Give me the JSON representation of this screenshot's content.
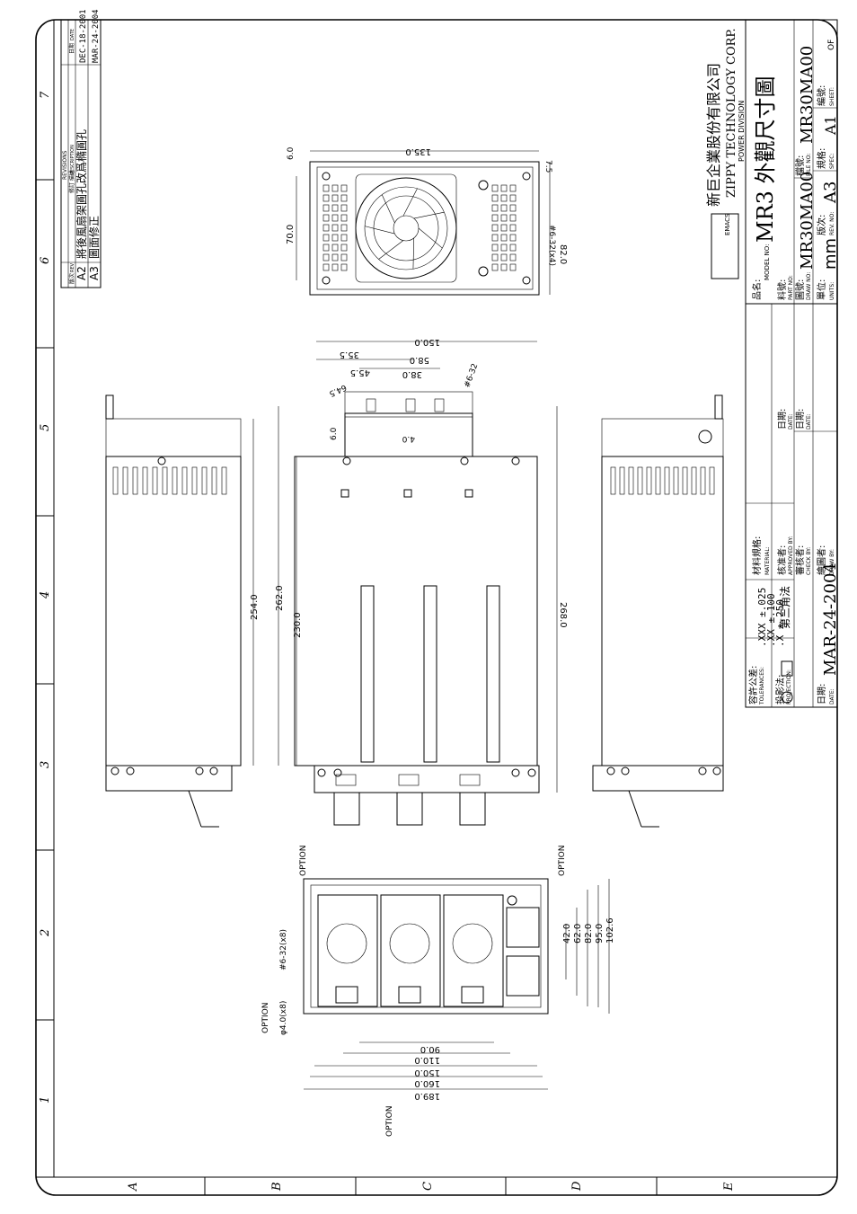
{
  "border": {
    "zones_top": [
      "1",
      "2",
      "3",
      "4",
      "5",
      "6",
      "7"
    ],
    "zones_side": [
      "A",
      "B",
      "C",
      "D",
      "E"
    ]
  },
  "revisions": {
    "header": "REVISIONS",
    "col_rev_cn": "版次",
    "col_rev": "REV",
    "col_desc_cn": "修訂 描述",
    "col_desc": "DESCRIPTION",
    "col_date_cn": "日期",
    "col_date": "DATE",
    "rows": [
      {
        "rev": "A2",
        "desc": "將後風扇架圓孔改爲橢圓孔",
        "date": "DEC-18-2001"
      },
      {
        "rev": "A3",
        "desc": "圖面修正",
        "date": "MAR-24-2004"
      }
    ]
  },
  "front_view": {
    "dims": {
      "w150": "150.0",
      "w58": "58.0",
      "w38": "38.0",
      "h35_5": "35.5",
      "h45_5": "45.5",
      "h64_5": "64.5",
      "h6": "6.0",
      "w4": "4.0",
      "screw": "#6-32",
      "d262": "262.0",
      "d230": "230.0",
      "d268": "268.0"
    }
  },
  "fan_view": {
    "dims": {
      "w135": "135.0",
      "h6": "6.0",
      "h7_5": "7.5",
      "h70": "70.0",
      "h82": "82.0",
      "screw": "#6-32(x4)"
    }
  },
  "side_view": {
    "dims": {
      "d254": "254.0"
    }
  },
  "rear_view": {
    "option": "OPTION",
    "screw": "#6-32(x8)",
    "hole": "φ4.0(x8)",
    "dims_h": [
      "90.0",
      "110.0",
      "150.0",
      "160.0",
      "189.0"
    ],
    "dims_v": [
      "42.0",
      "62.0",
      "82.0",
      "95.0",
      "102.6"
    ]
  },
  "title_block": {
    "company_cn": "新巨企業股份有限公司",
    "company_en": "ZIPPY TECHNOLOGY CORP.",
    "division": "POWER DIVISION",
    "logo": "EMACS",
    "title": "MR3 外觀尺寸圖",
    "model_label_cn": "品名:",
    "model_label": "MODEL NO:",
    "part_label_cn": "料號:",
    "part_label": "PART NO:",
    "draw_label_cn": "圖號:",
    "draw_label": "DRAW NO:",
    "draw_no": "MR30MA00",
    "file_label_cn": "檔號:",
    "file_label": "FILE NO:",
    "file_no": "MR30MA00",
    "rev_label_cn": "版次:",
    "rev_label": "REV. NO:",
    "rev_no": "A3",
    "spec_label_cn": "規格:",
    "spec_label": "SPEC:",
    "spec": "A1",
    "sheet_label_cn": "編號:",
    "sheet_label": "SHEET:",
    "sheet_of": "OF",
    "units_label_cn": "單位:",
    "units_label": "UNITS:",
    "units": "mm",
    "date_label_cn": "日期:",
    "date_label": "DATE:",
    "date": "MAR-24-2004",
    "date2_label_cn": "日期:",
    "date2_label": "DATE:",
    "date3_label_cn": "日期:",
    "date3_label": "DATE:",
    "material_cn": "材料規格:",
    "material": "MATERIAL:",
    "approved_cn": "核准者:",
    "approved": "APPROVED BY:",
    "checked_cn": "審核者:",
    "checked": "CHECK BY:",
    "drawn_cn": "繪圖者:",
    "drawn": "DRAW BY:",
    "tol_cn": "容許公差:",
    "tol": "TOLERANCES:",
    "tol_lines": [
      ".XXX  ±.025",
      ".XX   ±.100",
      ".X    ±.250"
    ],
    "proj_cn": "投影法:",
    "proj": "PROJECTION:",
    "proj_method": "第三角法"
  }
}
